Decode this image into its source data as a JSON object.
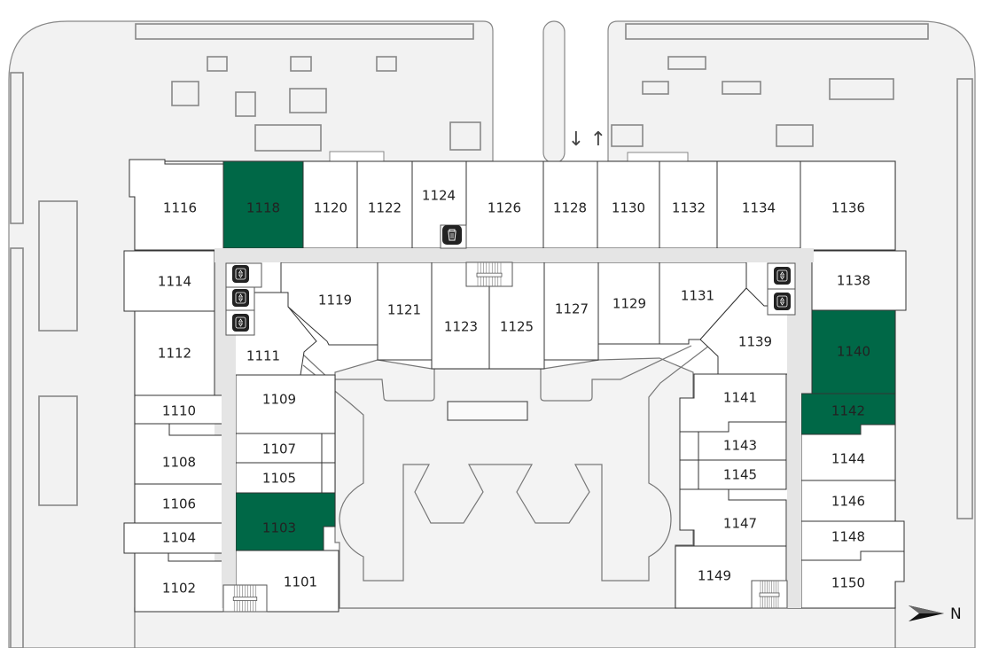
{
  "map": {
    "title": "Floor plan - Level 11",
    "selected_color": "#006847",
    "unit_color": "#ffffff",
    "ground_color": "#f2f2f2",
    "corridor_color": "#e5e5e5",
    "compass": {
      "label": "N",
      "icon": "north-arrow-icon"
    },
    "traffic_arrows": {
      "down": "↓",
      "up": "↑"
    },
    "units": [
      {
        "id": "1101",
        "label": "1101",
        "selected": false
      },
      {
        "id": "1102",
        "label": "1102",
        "selected": false
      },
      {
        "id": "1103",
        "label": "1103",
        "selected": true
      },
      {
        "id": "1104",
        "label": "1104",
        "selected": false
      },
      {
        "id": "1105",
        "label": "1105",
        "selected": false
      },
      {
        "id": "1106",
        "label": "1106",
        "selected": false
      },
      {
        "id": "1107",
        "label": "1107",
        "selected": false
      },
      {
        "id": "1108",
        "label": "1108",
        "selected": false
      },
      {
        "id": "1109",
        "label": "1109",
        "selected": false
      },
      {
        "id": "1110",
        "label": "1110",
        "selected": false
      },
      {
        "id": "1111",
        "label": "1111",
        "selected": false
      },
      {
        "id": "1112",
        "label": "1112",
        "selected": false
      },
      {
        "id": "1114",
        "label": "1114",
        "selected": false
      },
      {
        "id": "1116",
        "label": "1116",
        "selected": false
      },
      {
        "id": "1118",
        "label": "1118",
        "selected": true
      },
      {
        "id": "1119",
        "label": "1119",
        "selected": false
      },
      {
        "id": "1120",
        "label": "1120",
        "selected": false
      },
      {
        "id": "1121",
        "label": "1121",
        "selected": false
      },
      {
        "id": "1122",
        "label": "1122",
        "selected": false
      },
      {
        "id": "1123",
        "label": "1123",
        "selected": false
      },
      {
        "id": "1124",
        "label": "1124",
        "selected": false
      },
      {
        "id": "1125",
        "label": "1125",
        "selected": false
      },
      {
        "id": "1126",
        "label": "1126",
        "selected": false
      },
      {
        "id": "1127",
        "label": "1127",
        "selected": false
      },
      {
        "id": "1128",
        "label": "1128",
        "selected": false
      },
      {
        "id": "1129",
        "label": "1129",
        "selected": false
      },
      {
        "id": "1130",
        "label": "1130",
        "selected": false
      },
      {
        "id": "1131",
        "label": "1131",
        "selected": false
      },
      {
        "id": "1132",
        "label": "1132",
        "selected": false
      },
      {
        "id": "1134",
        "label": "1134",
        "selected": false
      },
      {
        "id": "1136",
        "label": "1136",
        "selected": false
      },
      {
        "id": "1138",
        "label": "1138",
        "selected": false
      },
      {
        "id": "1139",
        "label": "1139",
        "selected": false
      },
      {
        "id": "1140",
        "label": "1140",
        "selected": true
      },
      {
        "id": "1141",
        "label": "1141",
        "selected": false
      },
      {
        "id": "1142",
        "label": "1142",
        "selected": true
      },
      {
        "id": "1143",
        "label": "1143",
        "selected": false
      },
      {
        "id": "1144",
        "label": "1144",
        "selected": false
      },
      {
        "id": "1145",
        "label": "1145",
        "selected": false
      },
      {
        "id": "1146",
        "label": "1146",
        "selected": false
      },
      {
        "id": "1147",
        "label": "1147",
        "selected": false
      },
      {
        "id": "1148",
        "label": "1148",
        "selected": false
      },
      {
        "id": "1149",
        "label": "1149",
        "selected": false
      },
      {
        "id": "1150",
        "label": "1150",
        "selected": false
      }
    ],
    "amenities": [
      {
        "type": "elevator",
        "icon": "elevator-icon"
      },
      {
        "type": "elevator",
        "icon": "elevator-icon"
      },
      {
        "type": "elevator",
        "icon": "elevator-icon"
      },
      {
        "type": "elevator",
        "icon": "elevator-icon"
      },
      {
        "type": "elevator",
        "icon": "elevator-icon"
      },
      {
        "type": "trash",
        "icon": "trash-icon"
      },
      {
        "type": "stairs",
        "icon": "stairs-icon"
      },
      {
        "type": "stairs",
        "icon": "stairs-icon"
      },
      {
        "type": "stairs",
        "icon": "stairs-icon"
      }
    ]
  }
}
